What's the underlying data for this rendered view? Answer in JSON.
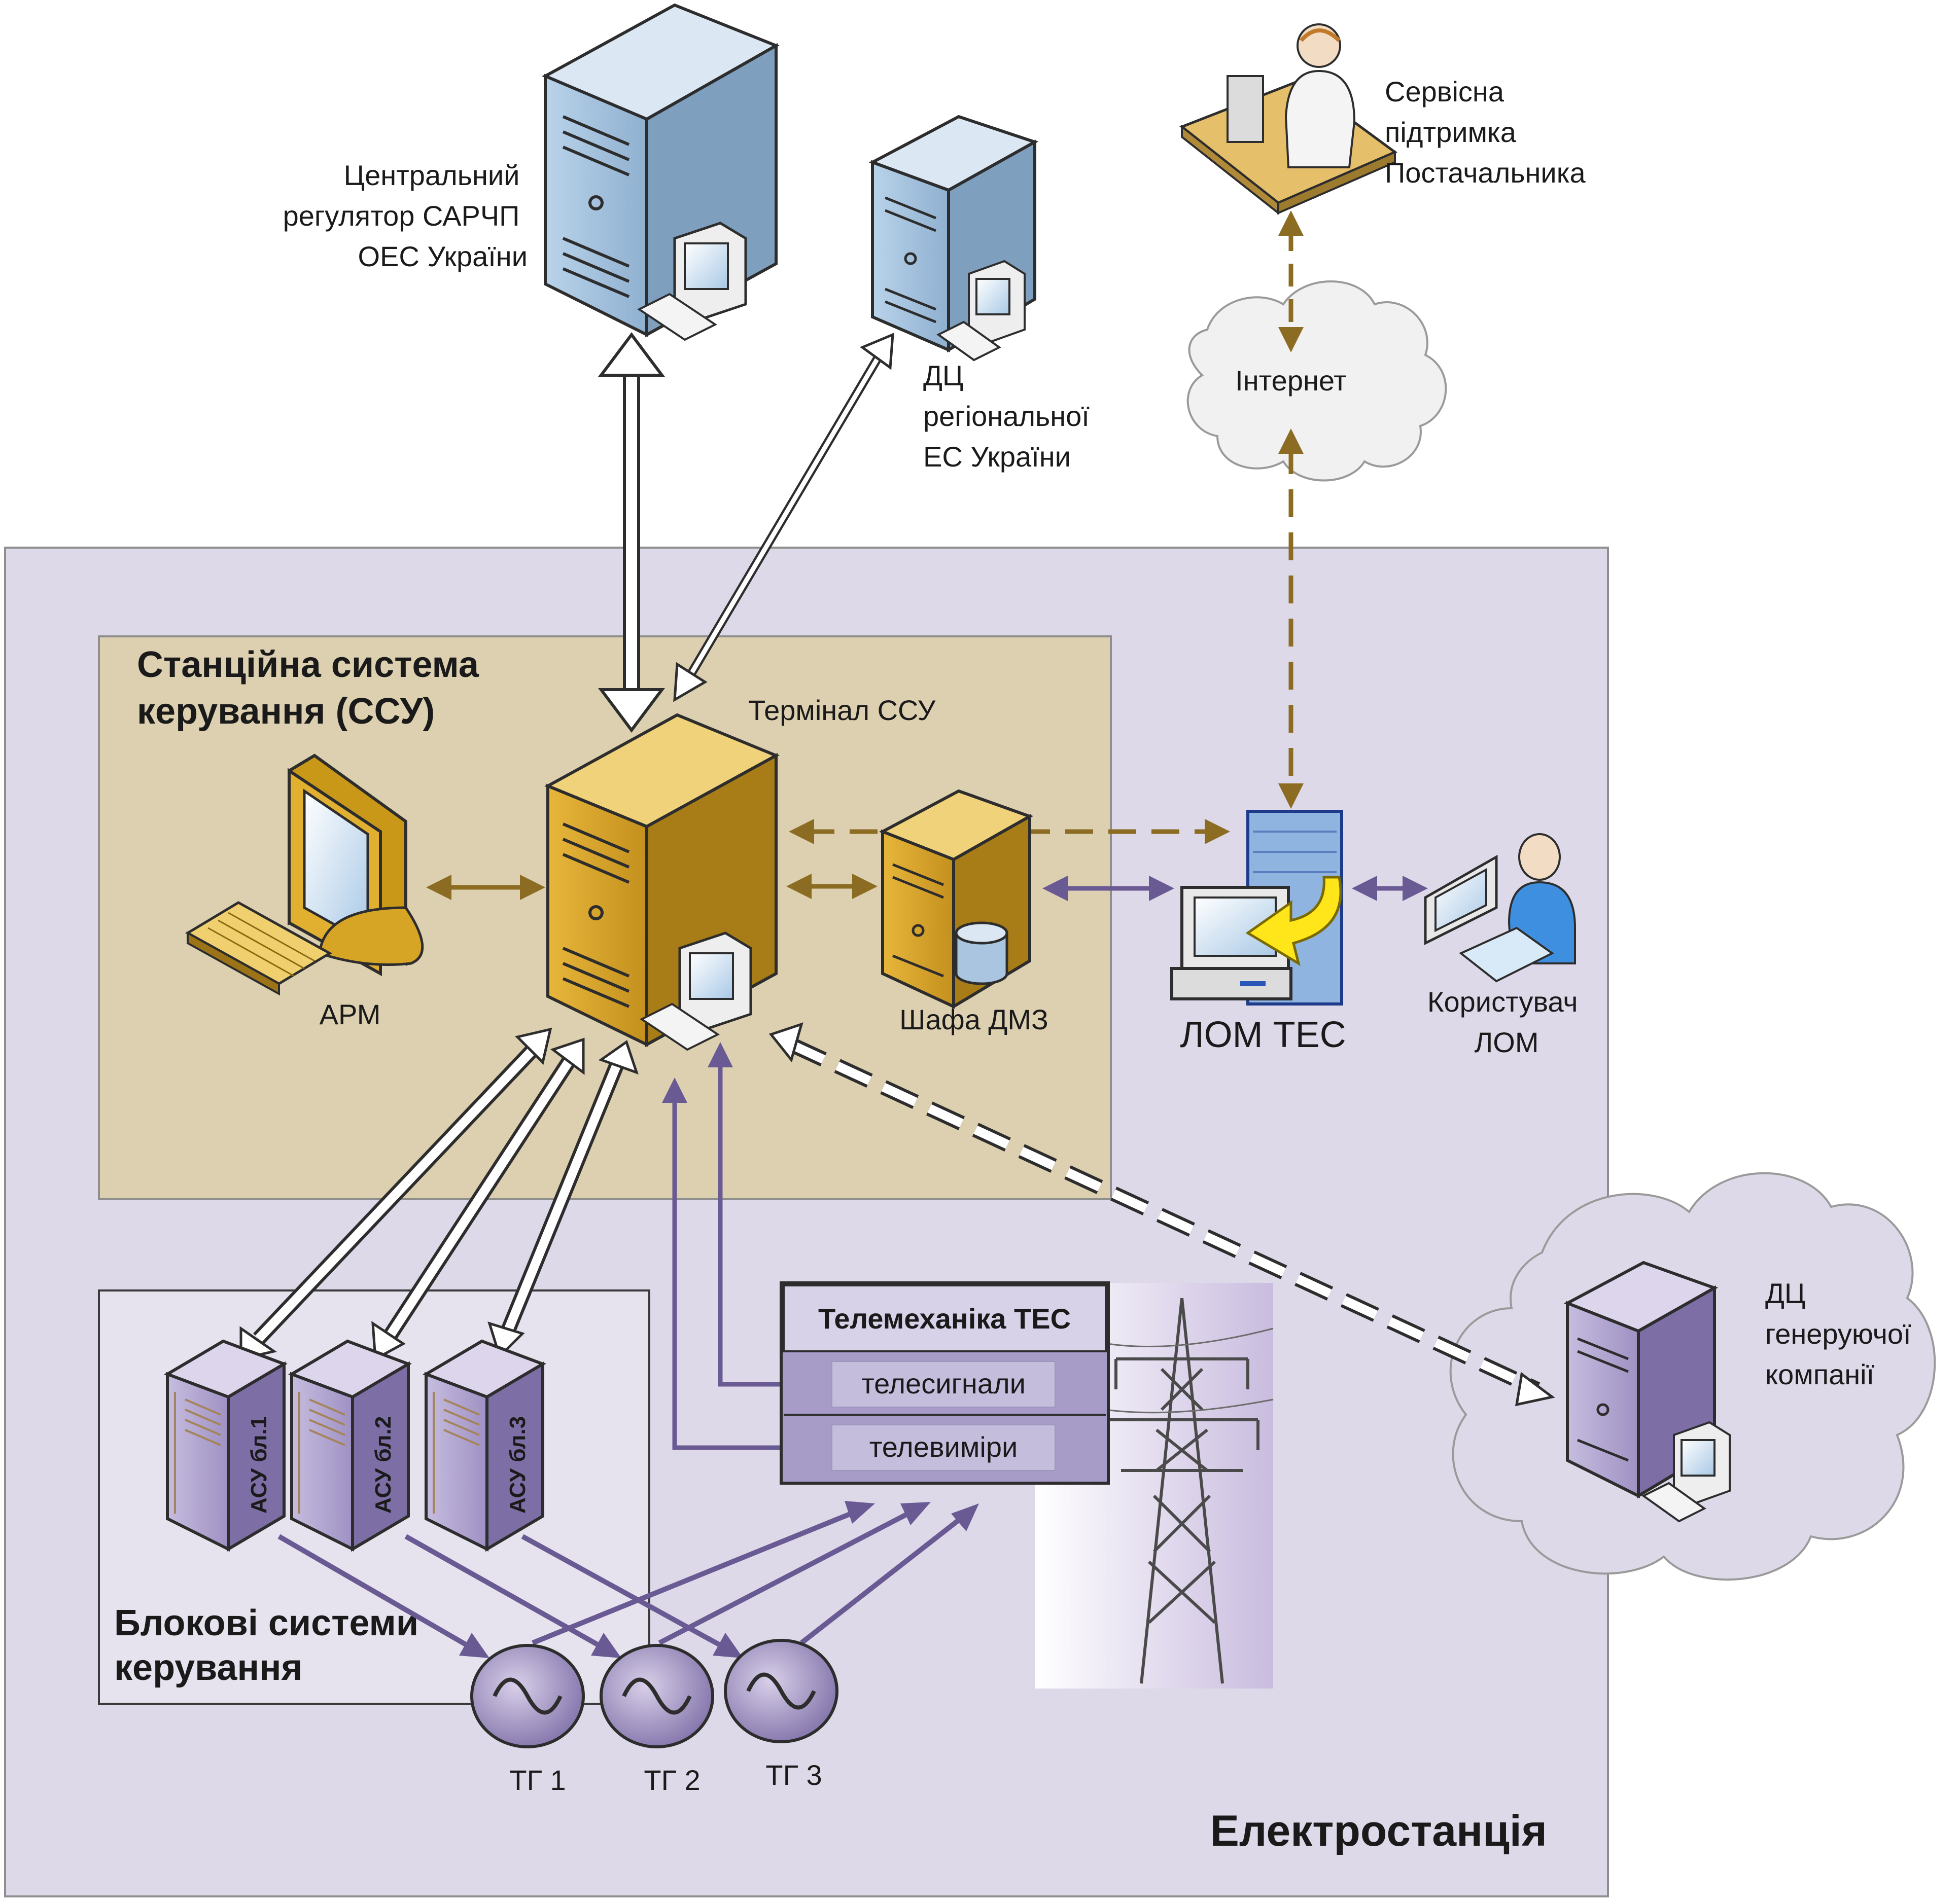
{
  "nodes": {
    "central_regulator": {
      "lines": [
        "Центральний",
        "регулятор САРЧП",
        "ОЕС України"
      ]
    },
    "regional_dc": {
      "lines": [
        "ДЦ",
        "регіональної",
        "ЕС України"
      ]
    },
    "vendor_support": {
      "lines": [
        "Сервісна",
        "підтримка",
        "Постачальника"
      ]
    },
    "internet": {
      "label": "Інтернет"
    },
    "ccu_terminal": {
      "label": "Термінал ССУ"
    },
    "arm": {
      "label": "АРМ"
    },
    "dmz_cabinet": {
      "label": "Шафа ДМЗ"
    },
    "lom_tes": {
      "label": "ЛОМ ТЕС"
    },
    "lom_user": {
      "lines": [
        "Користувач",
        "ЛОМ"
      ]
    },
    "gen_company_dc": {
      "lines": [
        "ДЦ",
        "генеруючої",
        "компанії"
      ]
    },
    "telemechanics": {
      "title": "Телемеханіка ТЕС",
      "rows": [
        "телесигнали",
        "телевиміри"
      ]
    },
    "unit_systems": [
      {
        "label": "АСУ бл.1"
      },
      {
        "label": "АСУ бл.2"
      },
      {
        "label": "АСУ бл.3"
      }
    ],
    "generators": [
      {
        "label": "ТГ 1"
      },
      {
        "label": "ТГ 2"
      },
      {
        "label": "ТГ 3"
      }
    ]
  },
  "groups": {
    "station_control_system": {
      "lines": [
        "Станційна система",
        "керування (ССУ)"
      ]
    },
    "block_control_systems": {
      "lines": [
        "Блокові системи",
        "керування"
      ]
    },
    "power_plant": {
      "label": "Електростанція"
    }
  },
  "colors": {
    "plant_bg": "#ddd9e8",
    "ccu_bg": "#ddd0b0",
    "server_blue": "#a9c5df",
    "server_gold": "#d9a628",
    "server_purple": "#b3a6cf",
    "link_gold": "#8b6c22",
    "link_purple": "#6a5a94",
    "link_white_outline": "#2d2d2d"
  }
}
